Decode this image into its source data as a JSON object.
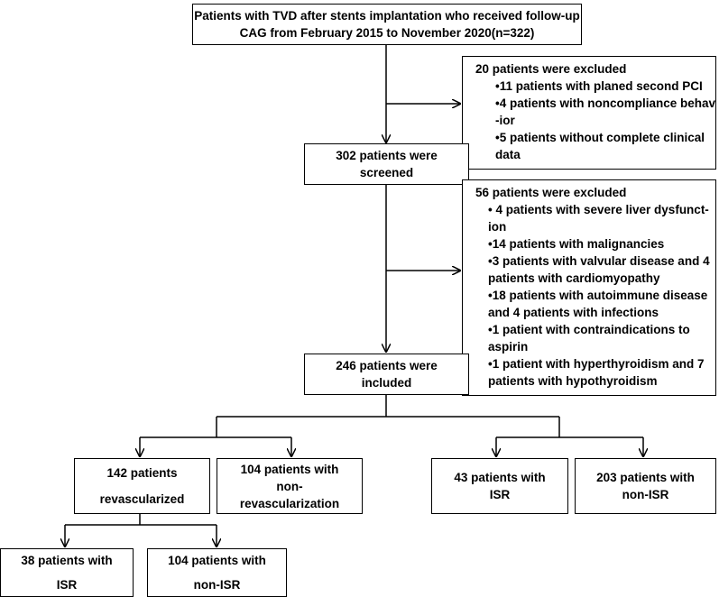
{
  "top": [
    "Patients with TVD after stents implantation who received follow-up",
    "CAG from February 2015 to November 2020(n=322)"
  ],
  "excl1": {
    "lines": [
      "20 patients were excluded",
      "•11 patients with planed second PCI",
      "•4 patients with noncompliance behav",
      "-ior",
      "•5 patients without complete clinical",
      "data"
    ]
  },
  "screened": [
    "302 patients were",
    "screened"
  ],
  "excl2": {
    "lines": [
      "56 patients were excluded",
      "• 4 patients with severe liver dysfunct-",
      "ion",
      "•14 patients with malignancies",
      "•3 patients with valvular disease and 4",
      "patients with cardiomyopathy",
      "•18 patients with autoimmune disease",
      "and 4 patients with infections",
      "•1 patient with contraindications to",
      "aspirin",
      "•1 patient with hyperthyroidism and 7",
      "patients with hypothyroidism"
    ]
  },
  "included": [
    "246 patients were",
    "included"
  ],
  "revasc": [
    "142 patients",
    "revascularized"
  ],
  "nonrevasc": [
    "104 patients with",
    "non-",
    "revascularization"
  ],
  "isr43": [
    "43 patients with",
    "ISR"
  ],
  "nonisr203": [
    "203 patients with",
    "non-ISR"
  ],
  "isr38": [
    "38 patients with",
    "ISR"
  ],
  "nonisr104": [
    "104 patients with",
    "non-ISR"
  ]
}
